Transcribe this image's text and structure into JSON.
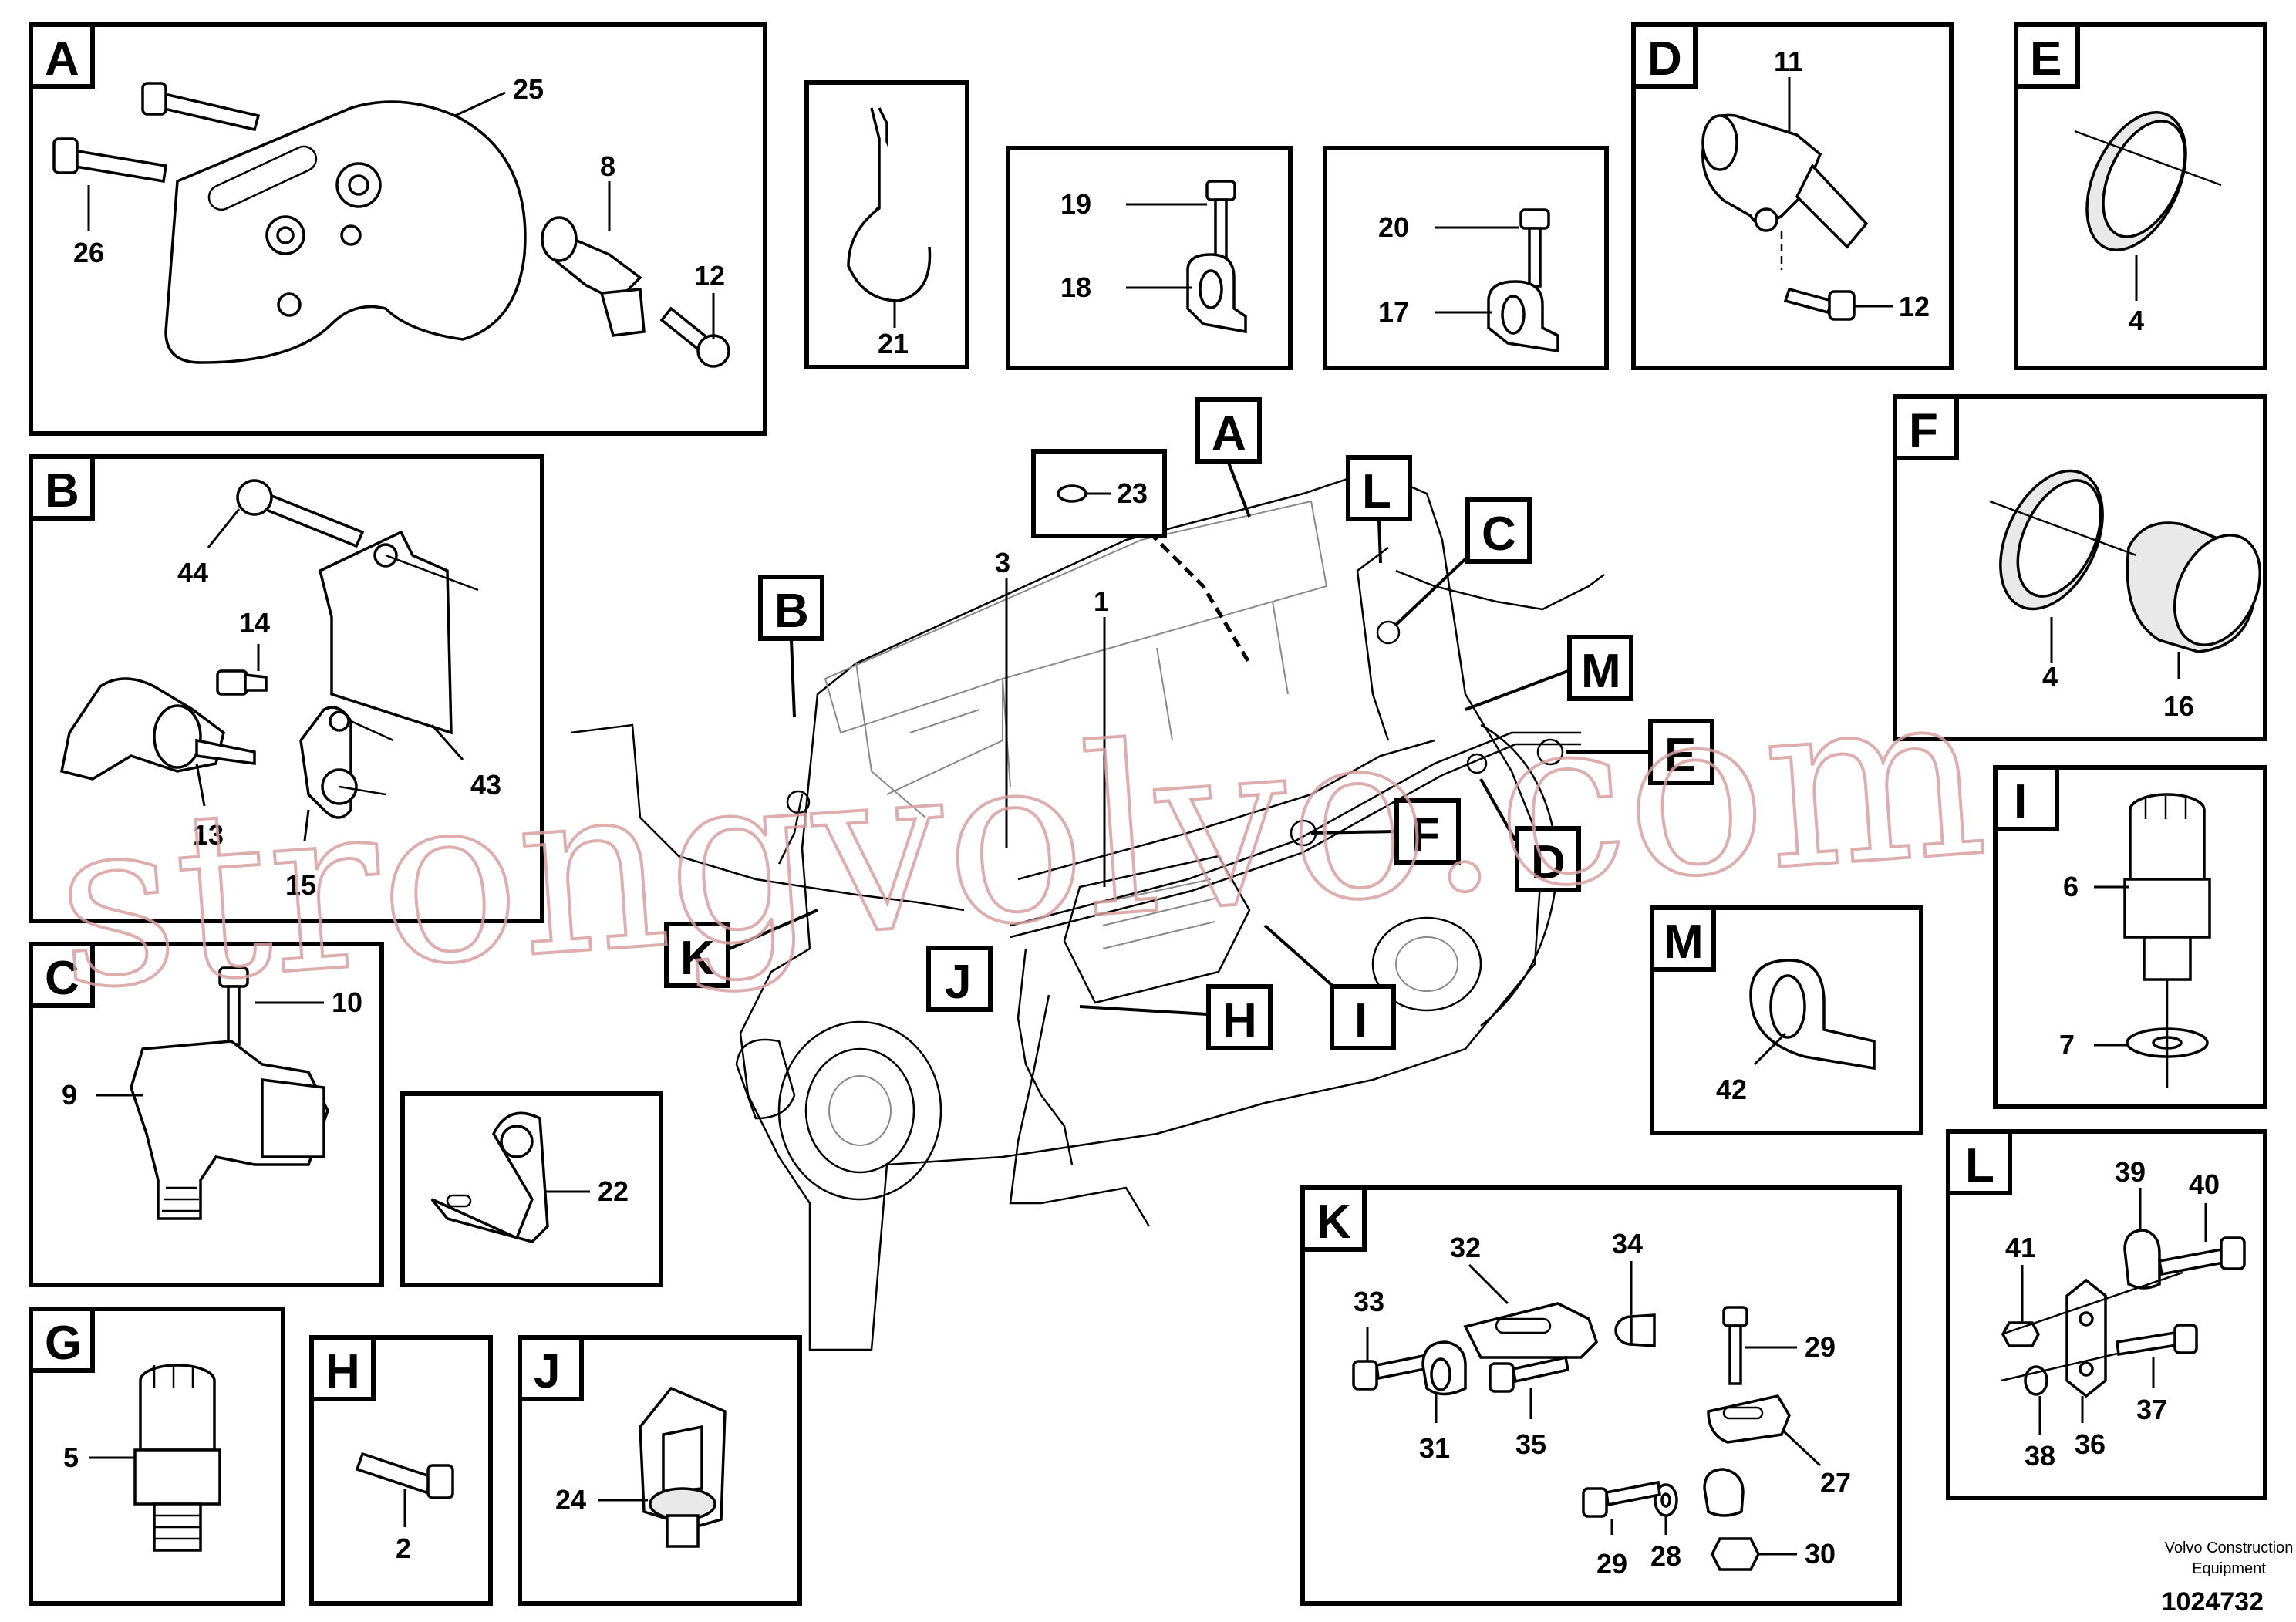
{
  "panels": {
    "A": {
      "letter": "A",
      "parts": [
        "25",
        "26",
        "8",
        "12"
      ]
    },
    "B": {
      "letter": "B",
      "parts": [
        "44",
        "14",
        "13",
        "15",
        "43"
      ]
    },
    "C": {
      "letter": "C",
      "parts": [
        "10",
        "9"
      ]
    },
    "D": {
      "letter": "D",
      "parts": [
        "11",
        "12"
      ]
    },
    "E": {
      "letter": "E",
      "parts": [
        "4"
      ]
    },
    "F": {
      "letter": "F",
      "parts": [
        "4",
        "16"
      ]
    },
    "G": {
      "letter": "G",
      "parts": [
        "5"
      ]
    },
    "H": {
      "letter": "H",
      "parts": [
        "2"
      ]
    },
    "I": {
      "letter": "I",
      "parts": [
        "6",
        "7"
      ]
    },
    "J": {
      "letter": "J",
      "parts": [
        "24"
      ]
    },
    "K": {
      "letter": "K",
      "parts": [
        "32",
        "34",
        "33",
        "31",
        "35",
        "29",
        "27",
        "28",
        "30",
        "29"
      ]
    },
    "L": {
      "letter": "L",
      "parts": [
        "39",
        "40",
        "41",
        "37",
        "38",
        "36"
      ]
    },
    "M": {
      "letter": "M",
      "parts": [
        "42"
      ]
    },
    "tie": {
      "parts": [
        "21"
      ]
    },
    "clip19": {
      "parts": [
        "19",
        "18"
      ]
    },
    "clip20": {
      "parts": [
        "20",
        "17"
      ]
    },
    "bracket22": {
      "parts": [
        "22"
      ]
    }
  },
  "main_view": {
    "callouts": [
      "A",
      "B",
      "C",
      "D",
      "E",
      "F",
      "H",
      "I",
      "J",
      "K",
      "L",
      "M"
    ],
    "parts": [
      "23",
      "3",
      "1"
    ]
  },
  "footer": {
    "brand_line1": "Volvo Construction",
    "brand_line2": "Equipment",
    "drawing_number": "1024732"
  },
  "watermark": "strongvolvo.com",
  "colors": {
    "line": "#000000",
    "watermark": "#d9a0a0"
  }
}
